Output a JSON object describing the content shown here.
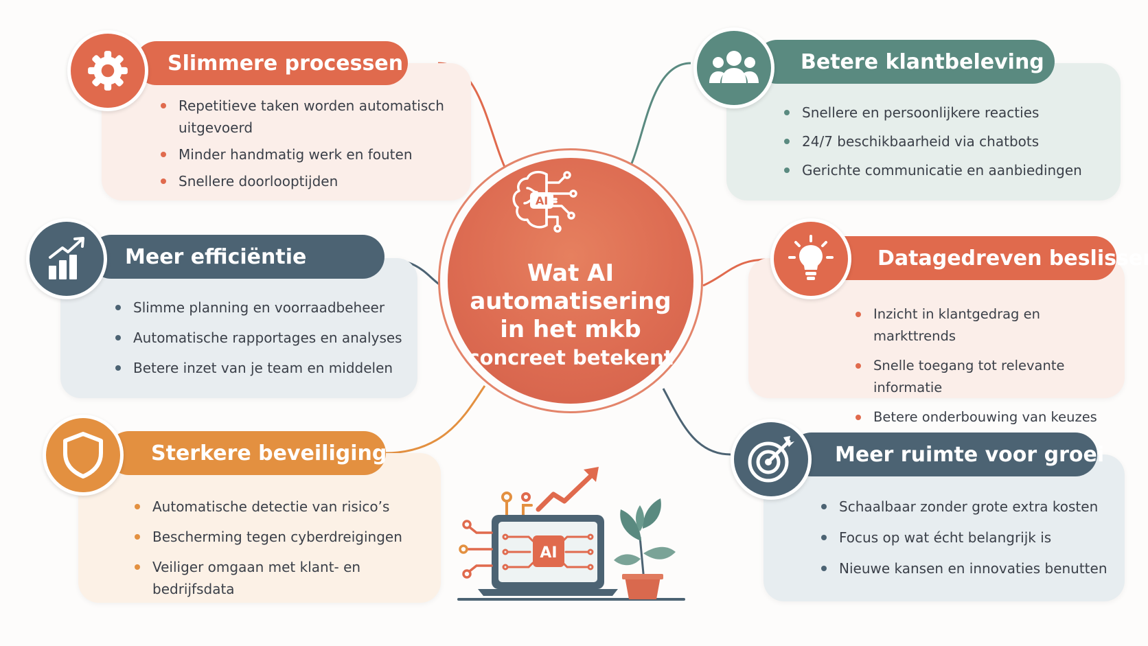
{
  "center": {
    "icon_label": "AI",
    "title_lines": [
      "Wat AI",
      "automatisering",
      "in het mkb"
    ],
    "subtitle": "concreet betekent"
  },
  "branches": [
    {
      "title": "Slimmere processen",
      "icon": "gear-icon",
      "color": "#e06a4d",
      "items": [
        "Repetitieve taken worden automatisch uitgevoerd",
        "Minder handmatig werk en fouten",
        "Snellere doorlooptijden"
      ]
    },
    {
      "title": "Betere klantbeleving",
      "icon": "users-icon",
      "color": "#5a8a80",
      "items": [
        "Snellere en persoonlijkere reacties",
        "24/7 beschikbaarheid via chatbots",
        "Gerichte communicatie en aanbiedingen"
      ]
    },
    {
      "title": "Meer efficiëntie",
      "icon": "bar-chart-icon",
      "color": "#4c6373",
      "items": [
        "Slimme planning en voorraadbeheer",
        "Automatische rapportages en analyses",
        "Betere inzet van je team en middelen"
      ]
    },
    {
      "title": "Datagedreven beslissen",
      "icon": "lightbulb-icon",
      "color": "#e06a4d",
      "items": [
        "Inzicht in klantgedrag en markttrends",
        "Snelle toegang tot relevante informatie",
        "Betere onderbouwing van keuzes"
      ]
    },
    {
      "title": "Sterkere beveiliging",
      "icon": "shield-icon",
      "color": "#e39040",
      "items": [
        "Automatische detectie van risico’s",
        "Bescherming tegen cyberdreigingen",
        "Veiliger omgaan met klant- en bedrijfsdata"
      ]
    },
    {
      "title": "Meer ruimte voor groei",
      "icon": "target-icon",
      "color": "#4c6373",
      "items": [
        "Schaalbaar zonder grote extra kosten",
        "Focus op wat écht belangrijk is",
        "Nieuwe kansen en innovaties benutten"
      ]
    }
  ],
  "illustration": {
    "screen_label": "AI"
  }
}
